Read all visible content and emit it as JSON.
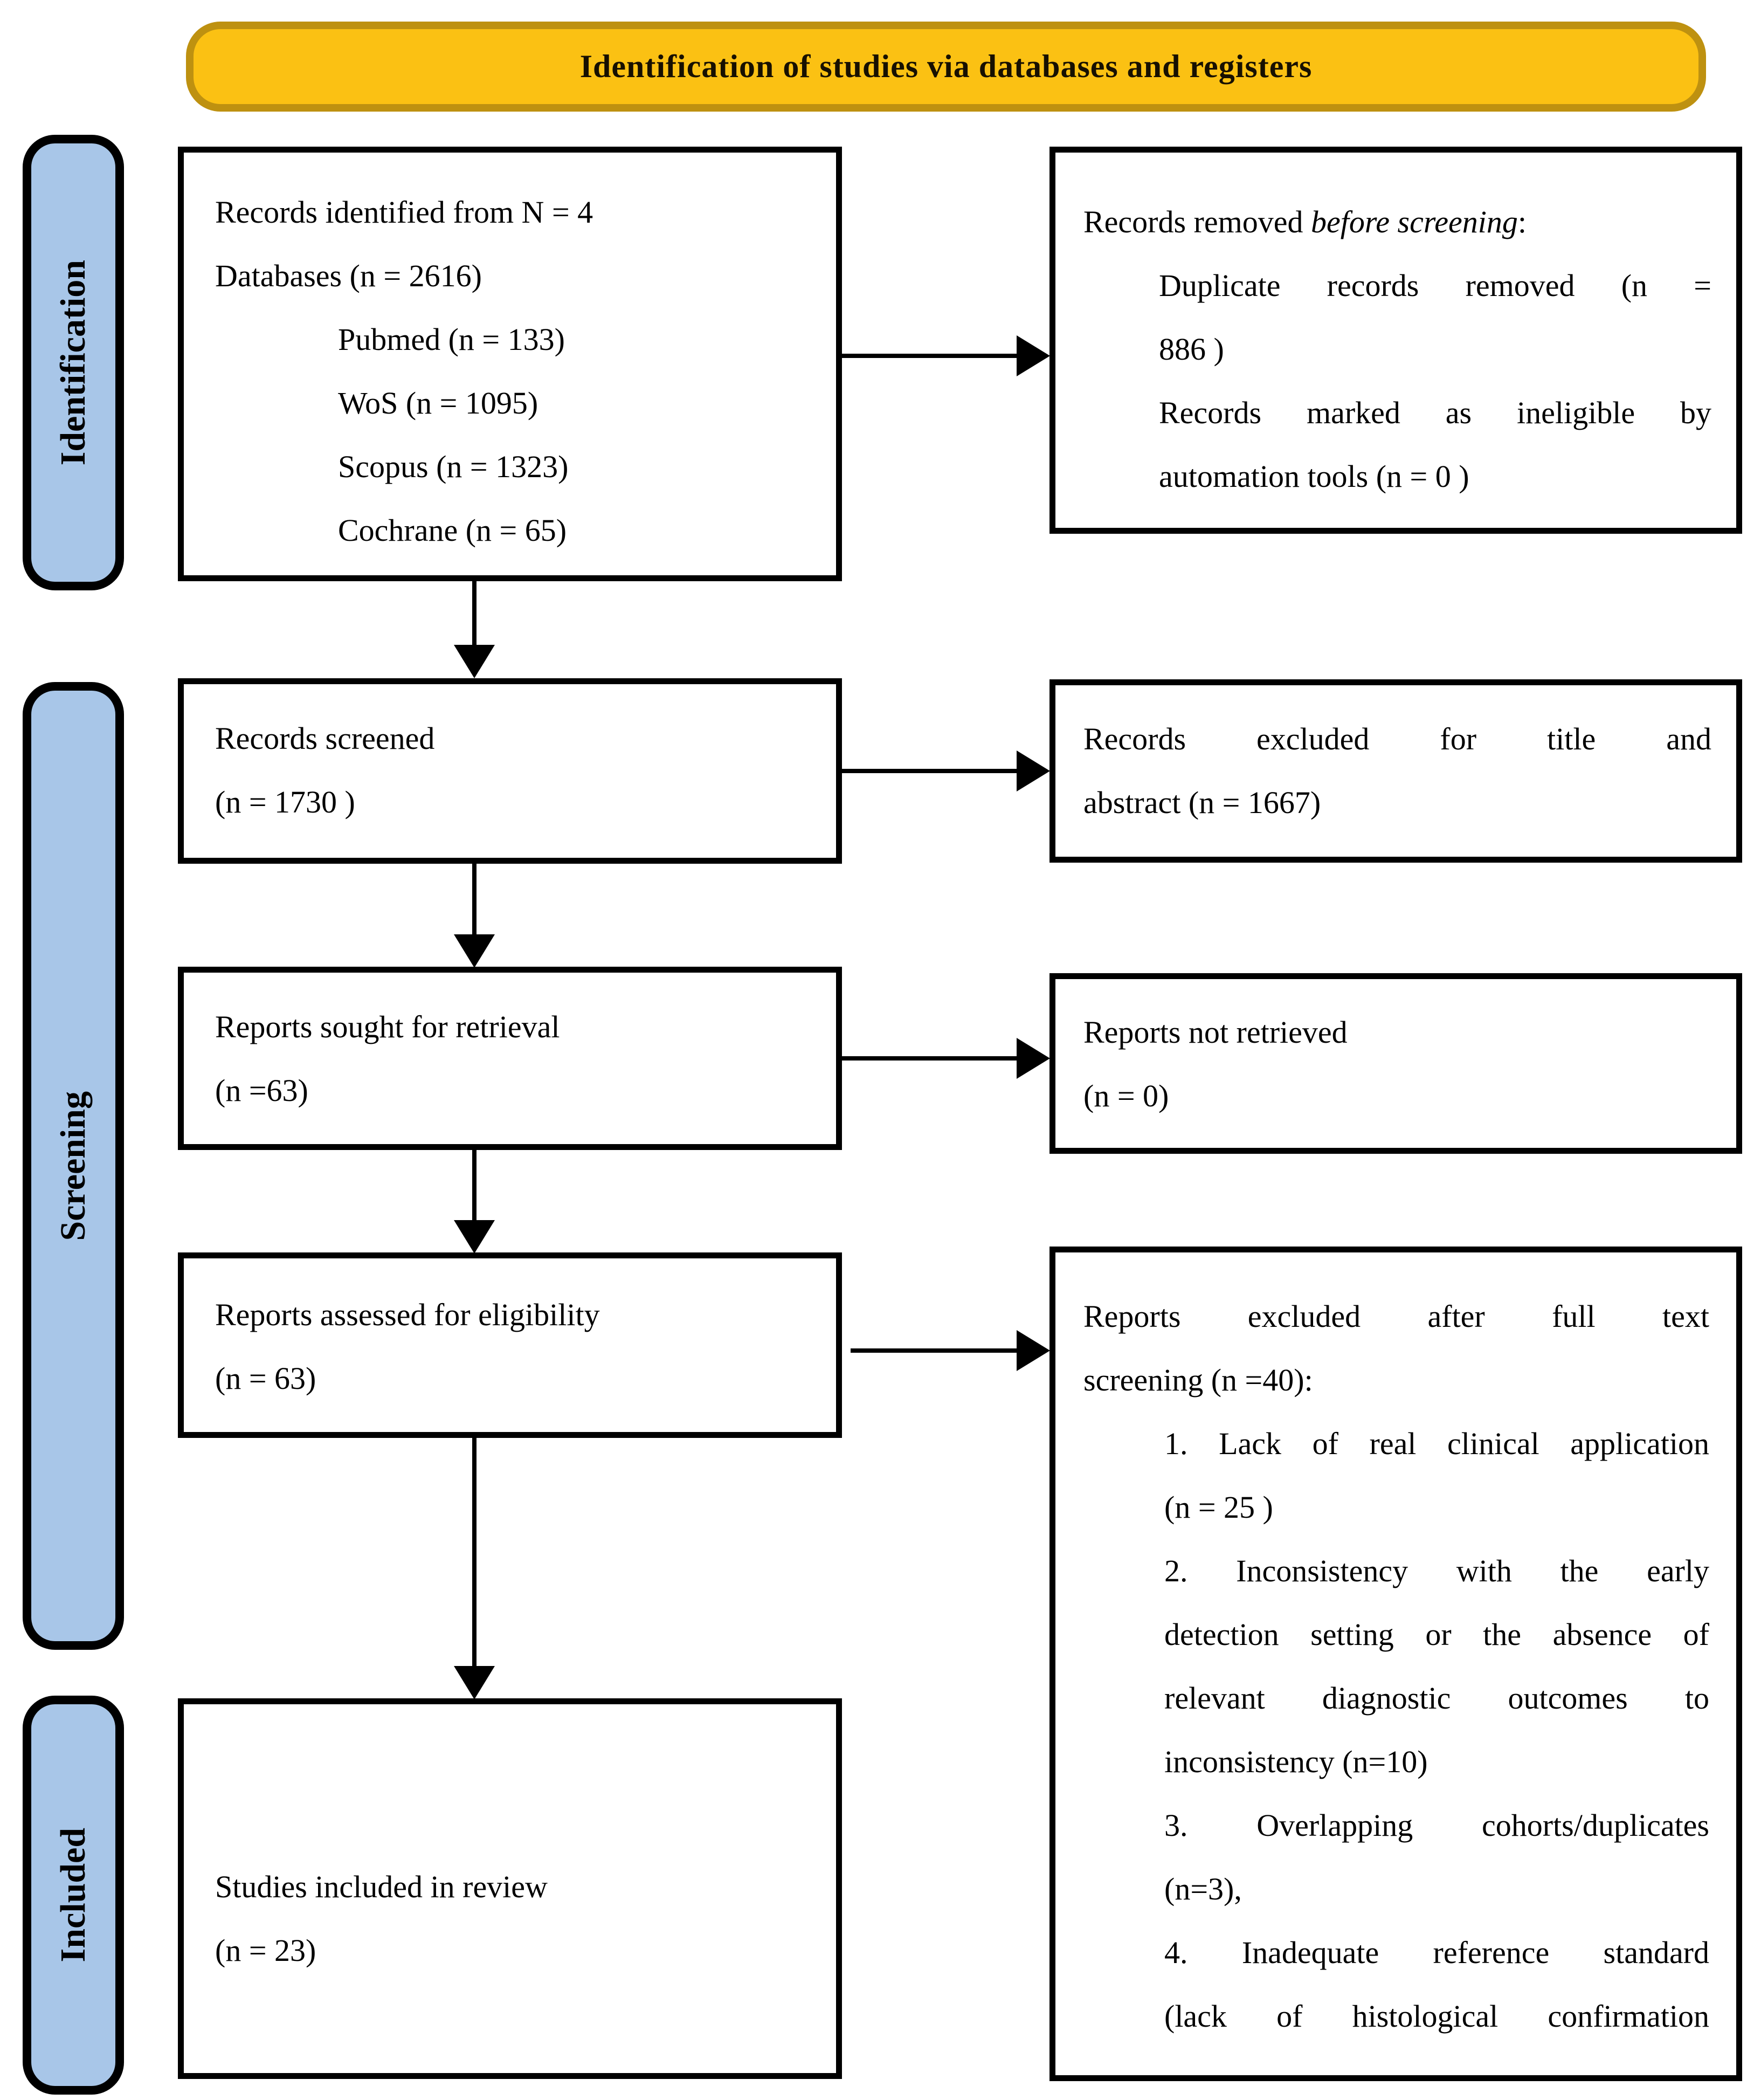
{
  "banner": {
    "title": "Identification of studies via databases and registers"
  },
  "stages": {
    "identification": "Identification",
    "screening": "Screening",
    "included": "Included"
  },
  "boxes": {
    "identified": {
      "lines": [
        "Records identified from N = 4",
        "Databases (n = 2616)"
      ],
      "databases": [
        "Pubmed (n = 133)",
        "WoS (n = 1095)",
        "Scopus (n = 1323)",
        "Cochrane (n = 65)"
      ]
    },
    "removed_before_screening": {
      "intro": {
        "prefix": "Records removed ",
        "italic": "before screening",
        "suffix": ":"
      },
      "item1_lines": [
        "Duplicate records removed  (n =",
        "886 )"
      ],
      "item2_lines": [
        "Records marked as ineligible by",
        "automation tools (n = 0 )"
      ]
    },
    "screened": {
      "lines": [
        "Records screened",
        "(n = 1730 )"
      ]
    },
    "excluded_title_abstract": {
      "lines": [
        "Records excluded for title and",
        "abstract (n = 1667)"
      ]
    },
    "sought": {
      "lines": [
        "Reports sought for retrieval",
        "(n =63)"
      ]
    },
    "not_retrieved": {
      "lines": [
        "Reports not retrieved",
        "(n = 0)"
      ]
    },
    "assessed": {
      "lines": [
        "Reports assessed for eligibility",
        "(n = 63)"
      ]
    },
    "excluded_full_text": {
      "intro_lines": [
        "Reports excluded after full text",
        "screening (n =40):"
      ],
      "item1_lines": [
        "1. Lack of real clinical application",
        "(n = 25 )"
      ],
      "item2_lines": [
        "2. Inconsistency with the early",
        "detection setting or the absence of",
        "relevant diagnostic outcomes to",
        "inconsistency (n=10)"
      ],
      "item3_lines": [
        "3. Overlapping cohorts/duplicates",
        "(n=3),"
      ],
      "item4_lines": [
        "4. Inadequate reference standard",
        "(lack of histological confirmation"
      ]
    },
    "included_review": {
      "lines": [
        "Studies included in review",
        "(n = 23)"
      ]
    }
  },
  "colors": {
    "banner_fill": "#FBC113",
    "banner_border": "#BE9110",
    "stage_fill": "#A8C6E8",
    "box_border": "#000000",
    "arrow": "#000000"
  }
}
